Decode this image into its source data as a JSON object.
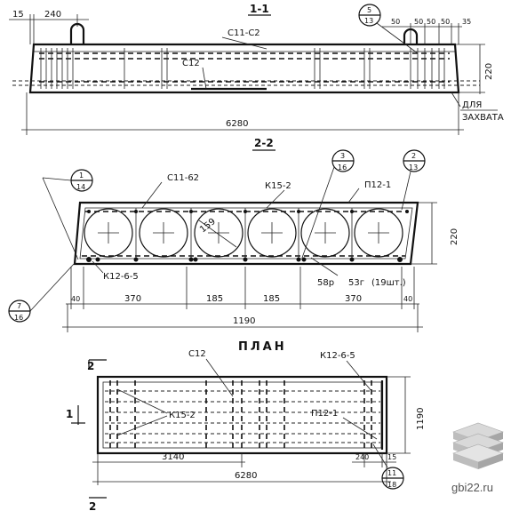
{
  "section_1": {
    "title": "1-1",
    "bar_top": "С11-С2",
    "bar_mid": "С12",
    "dim_left_1": "15",
    "dim_left_2": "240",
    "dims_top_right": [
      "50",
      "50",
      "50",
      "50",
      "35"
    ],
    "callout_num": "5",
    "callout_sheet": "13",
    "height": "220",
    "length": "6280",
    "grip_note_1": "ДЛЯ",
    "grip_note_2": "ЗАХВАТА"
  },
  "section_2": {
    "title": "2-2",
    "bar_left": "С11-62",
    "bar_mid": "К15-2",
    "bar_right": "П12-1",
    "bar_bottom": "К12-6-5",
    "void_diameter": "159",
    "inserts": "58р",
    "inserts_mark": "53г",
    "inserts_count": "(19шт.)",
    "height": "220",
    "dims_bottom": [
      "40",
      "370",
      "185",
      "185",
      "370",
      "40"
    ],
    "total_width": "1190",
    "callout_a_num": "1",
    "callout_a_sheet": "14",
    "callout_b_num": "3",
    "callout_b_sheet": "16",
    "callout_c_num": "2",
    "callout_c_sheet": "13",
    "callout_d_num": "7",
    "callout_d_sheet": "16"
  },
  "plan": {
    "title": "ПЛАН",
    "bar_top": "С12",
    "bar_top_right": "К12-6-5",
    "bar_inner_left": "К15-2",
    "bar_inner_right": "П12-1",
    "dim_half": "3140",
    "dim_total": "6280",
    "dim_right_1": "240",
    "dim_right_2": "15",
    "width": "1190",
    "cut_1": "1",
    "cut_2": "2",
    "cut_2_bottom": "2",
    "callout_num": "11",
    "callout_sheet": "18"
  },
  "watermark": {
    "text": "gbi22.ru"
  }
}
